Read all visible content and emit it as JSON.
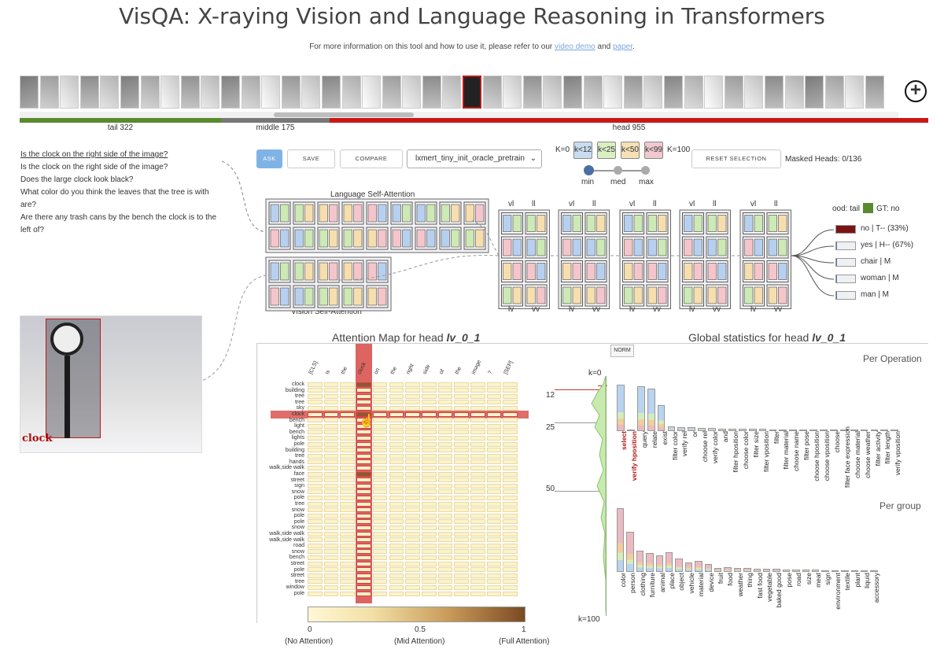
{
  "title": "VisQA: X-raying Vision and Language Reasoning in Transformers",
  "subtitle": {
    "before": "For more information on this tool and how to use it, please refer to our ",
    "video": "video demo",
    "and": " and ",
    "paper": "paper",
    "after": "."
  },
  "bands": [
    {
      "label": "tail 322",
      "color": "#5a8a2e"
    },
    {
      "label": "middle 175",
      "color": "#777777"
    },
    {
      "label": "head 955",
      "color": "#c91818"
    }
  ],
  "questions": [
    "Is the clock on the right side of the image?",
    "Is the clock on the right side of the image?",
    "Does the large clock look black?",
    "What color do you think the leaves that the tree is with are?",
    "Are there any trash cans by the bench the clock is to the left of?"
  ],
  "toolbar": {
    "ask": "ASK",
    "save": "SAVE",
    "compare": "COMPARE",
    "model": "lxmert_tiny_init_oracle_pretrain",
    "reset": "RESET SELECTION",
    "masked": "Masked Heads: 0/136"
  },
  "k": {
    "k0": "K=0",
    "k100": "K=100",
    "boxes": [
      {
        "label": "k<12",
        "color": "#c9dcf0"
      },
      {
        "label": "k<25",
        "color": "#d9efc2"
      },
      {
        "label": "k<50",
        "color": "#f6e0b6"
      },
      {
        "label": "k<99",
        "color": "#f0c9d0"
      }
    ]
  },
  "slider": {
    "min": "min",
    "med": "med",
    "max": "max",
    "value": "min"
  },
  "lang_sa": "Language Self-Attention",
  "vis_sa": "Vision Self-Attention",
  "xlabels": {
    "vl": "vl",
    "ll": "ll",
    "lv": "lv",
    "vv": "vv"
  },
  "ood": {
    "label": "ood: tail",
    "gt": "GT: no",
    "color": "#5a8a2e"
  },
  "answers": [
    {
      "label": "no | T-- (33%)",
      "fill": 1
    },
    {
      "label": "yes | H-- (67%)",
      "fill": 0.05
    },
    {
      "label": "chair | M",
      "fill": 0.05
    },
    {
      "label": "woman | M",
      "fill": 0.05
    },
    {
      "label": "man | M",
      "fill": 0.05
    }
  ],
  "image_label": "clock",
  "attmap": {
    "title": "Attention Map for head ",
    "head": "lv_0_1",
    "cols": [
      "[CLS]",
      "is",
      "the",
      "clock",
      "on",
      "the",
      "right",
      "side",
      "of",
      "the",
      "image",
      "?",
      "[SEP]"
    ],
    "rows": [
      "clock",
      "building",
      "tree",
      "tree",
      "sky",
      "clock",
      "bench",
      "light",
      "bench",
      "lights",
      "pole",
      "building",
      "tree",
      "hands",
      "walk,side walk",
      "face",
      "street",
      "sign",
      "snow",
      "pole",
      "tree",
      "snow",
      "pole",
      "pole",
      "snow",
      "walk,side walk",
      "walk,side walk",
      "road",
      "snow",
      "bench",
      "street",
      "pole",
      "street",
      "tree",
      "window",
      "pole"
    ]
  },
  "legend": {
    "v0": "0",
    "v05": "0.5",
    "v1": "1",
    "no": "(No Attention)",
    "mid": "(Mid Attention)",
    "full": "(Full Attention)"
  },
  "global": {
    "title": "Global statistics for head ",
    "head": "lv_0_1",
    "norm": "NORM",
    "per_op": "Per Operation",
    "per_group": "Per group",
    "k0": "k=0",
    "k12": "12",
    "k25": "25",
    "k50": "50",
    "k100": "k=100",
    "ops": [
      "select",
      "verify hposition",
      "query",
      "relate",
      "exist",
      "filter color",
      "verify rel",
      "or",
      "choose rel",
      "verify color",
      "and",
      "filter hposition",
      "choose color",
      "filter size",
      "filter vposition",
      "filter",
      "filter material",
      "choose name",
      "filter pose",
      "choose hposition",
      "choose vposition",
      "choose",
      "filter face expression",
      "choose material",
      "choose weather",
      "filter activity",
      "filter length",
      "verify vposition"
    ],
    "ops_vals": [
      0.98,
      0.02,
      0.95,
      0.9,
      0.55,
      0.1,
      0.09,
      0.08,
      0.07,
      0.06,
      0.05,
      0.05,
      0.05,
      0.05,
      0.05,
      0.04,
      0.04,
      0.04,
      0.04,
      0.04,
      0.03,
      0.03,
      0.03,
      0.03,
      0.03,
      0.03,
      0.03,
      0.03
    ],
    "groups": [
      "color",
      "person",
      "clothing",
      "furniture",
      "animal",
      "place",
      "object",
      "vehicle",
      "material",
      "device",
      "fruit",
      "food",
      "weather",
      "thing",
      "fast food",
      "vegetable",
      "baked good",
      "pose",
      "road",
      "size",
      "meat",
      "sign",
      "environment",
      "textile",
      "plant",
      "liquid",
      "accessory"
    ],
    "groups_vals": [
      0.95,
      0.6,
      0.32,
      0.28,
      0.25,
      0.3,
      0.2,
      0.14,
      0.16,
      0.12,
      0.06,
      0.07,
      0.06,
      0.06,
      0.05,
      0.05,
      0.05,
      0.04,
      0.04,
      0.03,
      0.03,
      0.02,
      0.02,
      0.02,
      0.02,
      0.02,
      0.02
    ]
  }
}
